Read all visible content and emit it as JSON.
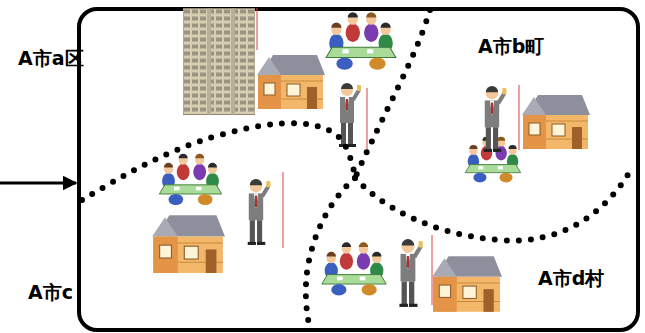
{
  "diagram": {
    "labels": [
      "A市a区",
      "A市b町",
      "A市c",
      "A市d村"
    ]
  }
}
